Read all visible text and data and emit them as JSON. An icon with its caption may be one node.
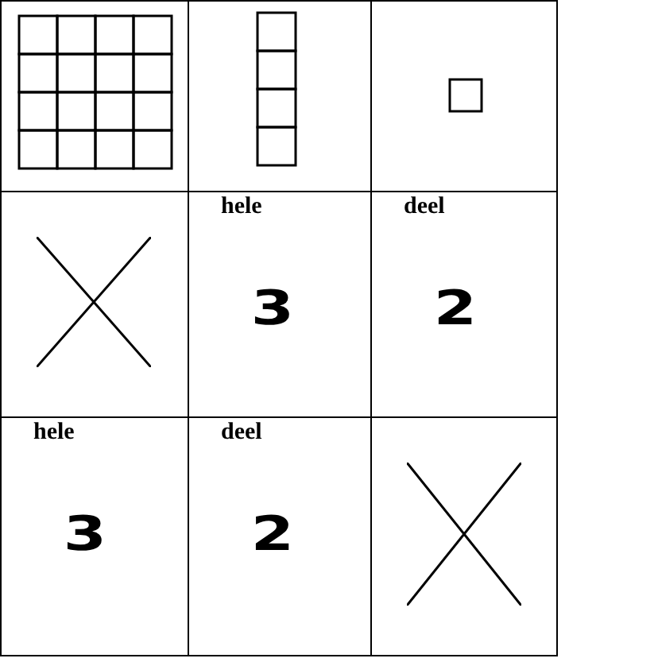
{
  "diagram": {
    "labels": [
      "hele",
      "3",
      "deel",
      "2",
      "hele",
      "3",
      "deel",
      "2"
    ]
  }
}
